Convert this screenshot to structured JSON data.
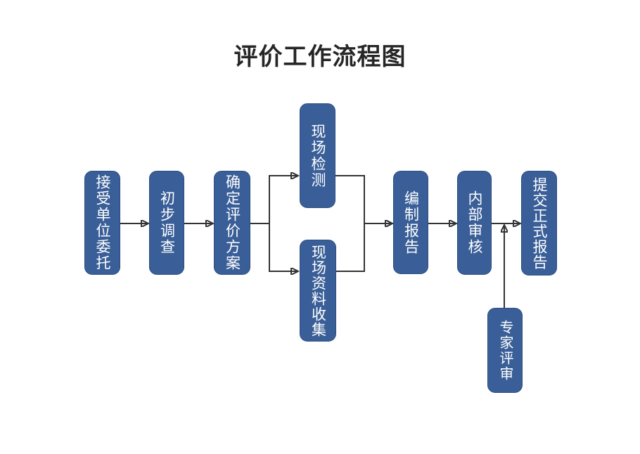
{
  "title": "评价工作流程图",
  "colors": {
    "node_fill": "#3a5f98",
    "node_border": "#2b4c7e",
    "node_text": "#ffffff",
    "connector": "#333333",
    "title_text": "#262626",
    "background": "#ffffff"
  },
  "flow": {
    "nodes": [
      {
        "id": "accept-commission",
        "label": "接受单位委托"
      },
      {
        "id": "preliminary-investigation",
        "label": "初步调查"
      },
      {
        "id": "determine-evaluation-plan",
        "label": "确定评价方案"
      },
      {
        "id": "on-site-testing",
        "label": "现场检测"
      },
      {
        "id": "on-site-data-collection",
        "label": "现场资料收集"
      },
      {
        "id": "prepare-report",
        "label": "编制报告"
      },
      {
        "id": "internal-review",
        "label": "内部审核"
      },
      {
        "id": "submit-official-report",
        "label": "提交正式报告"
      },
      {
        "id": "expert-review",
        "label": "专家评审"
      }
    ],
    "edges": [
      {
        "from": "accept-commission",
        "to": "preliminary-investigation"
      },
      {
        "from": "preliminary-investigation",
        "to": "determine-evaluation-plan"
      },
      {
        "from": "determine-evaluation-plan",
        "to": "on-site-testing"
      },
      {
        "from": "determine-evaluation-plan",
        "to": "on-site-data-collection"
      },
      {
        "from": "on-site-testing",
        "to": "prepare-report"
      },
      {
        "from": "on-site-data-collection",
        "to": "prepare-report"
      },
      {
        "from": "prepare-report",
        "to": "internal-review"
      },
      {
        "from": "internal-review",
        "to": "submit-official-report"
      },
      {
        "from": "expert-review",
        "joins_edge": {
          "from": "internal-review",
          "to": "submit-official-report"
        }
      }
    ]
  }
}
